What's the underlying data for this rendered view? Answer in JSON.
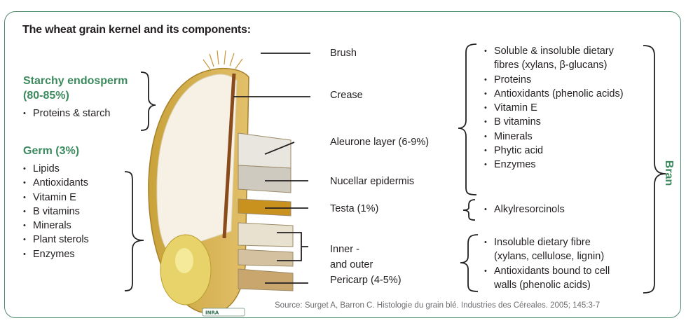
{
  "title": "The wheat grain kernel and its components:",
  "left": {
    "endosperm_heading_1": "Starchy endosperm",
    "endosperm_heading_2": "(80-85%)",
    "endosperm_items": [
      "Proteins & starch"
    ],
    "germ_heading": "Germ (3%)",
    "germ_items": [
      "Lipids",
      "Antioxidants",
      "Vitamin E",
      "B vitamins",
      "Minerals",
      "Plant sterols",
      "Enzymes"
    ]
  },
  "parts": {
    "brush": "Brush",
    "crease": "Crease",
    "aleurone": "Aleurone layer (6-9%)",
    "nucellar": "Nucellar epidermis",
    "testa": "Testa (1%)",
    "pericarp_line1": "Inner -",
    "pericarp_line2": "and outer",
    "pericarp_line3": "Pericarp (4-5%)"
  },
  "right": {
    "group1_items": [
      "Soluble & insoluble dietary",
      "fibres (xylans, β-glucans)",
      "Proteins",
      "Antioxidants (phenolic acids)",
      "Vitamin E",
      "B vitamins",
      "Minerals",
      "Phytic acid",
      "Enzymes"
    ],
    "testa_item": "Alkylresorcinols",
    "group3_items": [
      "Insoluble dietary fibre",
      "(xylans, cellulose, lignin)",
      "Antioxidants bound to cell",
      "walls (phenolic acids)"
    ],
    "bran_label": "Bran"
  },
  "source": "Source: Surget A, Barron C. Histologie du grain blé. Industries des Céreales. 2005; 145:3-7",
  "colors": {
    "accent_green": "#3c8a5e",
    "border": "#4e8a6c",
    "text": "#231f20"
  }
}
